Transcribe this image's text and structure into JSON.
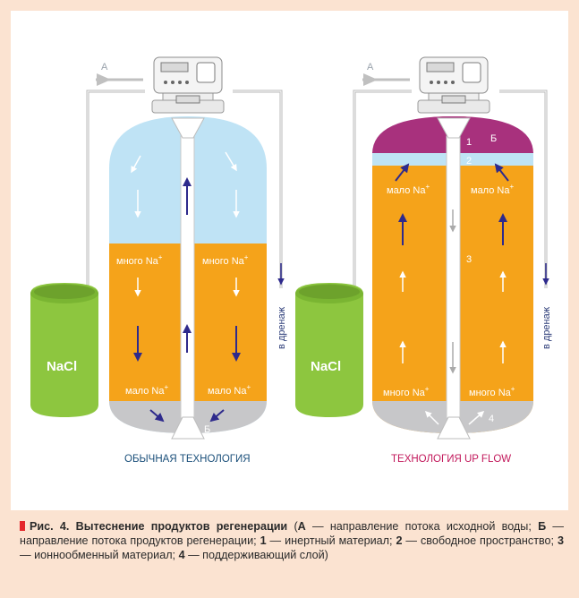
{
  "diagram": {
    "left": {
      "title": "ОБЫЧНАЯ ТЕХНОЛОГИЯ",
      "tank_label": "NaCl",
      "flow_in_label": "А",
      "flow_out_label": "Б",
      "drain_label": "в дренаж",
      "left_upper_label": "много Na",
      "right_upper_label": "много Na",
      "left_lower_label": "мало Na",
      "right_lower_label": "мало Na",
      "plus": "+"
    },
    "right": {
      "title": "ТЕХНОЛОГИЯ UP FLOW",
      "tank_label": "NaCl",
      "flow_in_label": "А",
      "flow_out_label": "Б",
      "drain_label": "в дренаж",
      "left_upper_label": "мало Na",
      "right_upper_label": "мало Na",
      "left_lower_label": "много Na",
      "right_lower_label": "много Na",
      "plus": "+",
      "layer_1": "1",
      "layer_2": "2",
      "layer_3": "3",
      "layer_4": "4"
    },
    "colors": {
      "water": "#bfe3f5",
      "resin": "#f5a31a",
      "inert": "#a8317d",
      "gravel": "#c7c7c9",
      "salt_tank": "#8dc63f",
      "arrow_dark": "#2e2a8c",
      "title_left": "#1a4f7a",
      "title_right": "#c2185b"
    }
  },
  "caption": {
    "fig": "Рис. 4. Вытеснение продуктов регенерации",
    "open": " (",
    "a_key": "А",
    "a_text": " — направление потока исходной воды; ",
    "b_key": "Б",
    "b_text": " — направление потока продуктов регенерации; ",
    "k1": "1",
    "t1": " — инертный материал; ",
    "k2": "2",
    "t2": " — свободное пространство; ",
    "k3": "3",
    "t3": " — ионнообменный материал; ",
    "k4": "4",
    "t4": " — поддерживающий слой)"
  }
}
